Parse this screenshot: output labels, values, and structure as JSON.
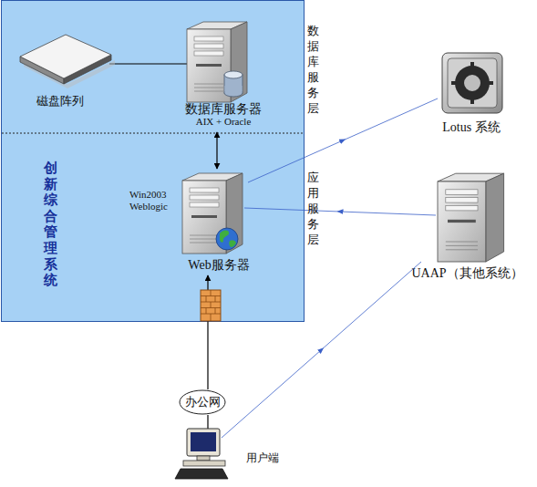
{
  "diagram": {
    "nodes": [
      {
        "text": [
          "创新综合管理系统"
        ]
      },
      {
        "text": [
          "磁盘阵列"
        ],
        "in": 0
      },
      {
        "text": [
          "数据库服务器",
          "AIX + Oracle"
        ],
        "in": 0
      },
      {
        "text": [
          "Win2003 Weblogic",
          "Web服务器"
        ],
        "in": 0
      },
      {
        "text": [
          "Lotus 系统"
        ]
      },
      {
        "text": [
          "UAAP（其他系统）"
        ]
      },
      {
        "text": [
          "办公网"
        ]
      },
      {
        "text": [
          "用户端"
        ]
      }
    ],
    "edges": [
      {
        "from": 1,
        "to": 2,
        "arrow": "none"
      },
      {
        "from": 2,
        "to": 3,
        "arrow": "both"
      },
      {
        "from": 3,
        "to": 4,
        "arrow": "to"
      },
      {
        "from": 5,
        "to": 3,
        "arrow": "to"
      },
      {
        "from": 7,
        "to": 5,
        "arrow": "to"
      },
      {
        "from": 7,
        "to": 6,
        "arrow": "none"
      },
      {
        "from": 6,
        "to": 3,
        "arrow": "to"
      }
    ],
    "labels": [
      "数据库服务层",
      "应用服务层"
    ]
  }
}
